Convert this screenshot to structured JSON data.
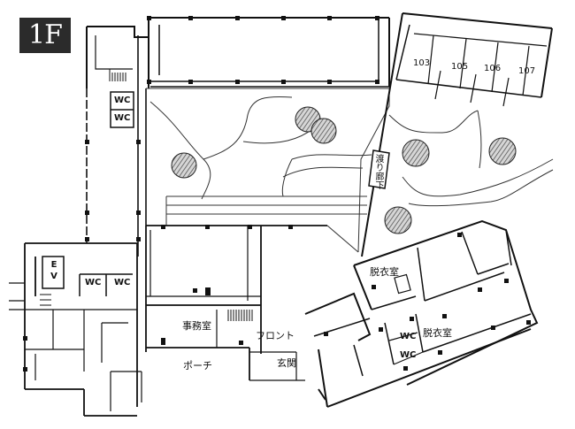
{
  "floor_label": "1F",
  "labels": {
    "room_103": "103",
    "room_105": "105",
    "room_106": "106",
    "room_107": "107",
    "wc_1": "WC",
    "wc_2": "WC",
    "wc_3": "WC",
    "wc_4": "WC",
    "wc_5": "WC",
    "wc_6": "WC",
    "ev_e": "E",
    "ev_v": "V",
    "corridor": "渡り廊下",
    "dressing_room_1": "脱衣室",
    "dressing_room_2": "脱衣室",
    "office": "事務室",
    "front": "フロント",
    "porch": "ポーチ",
    "entrance": "玄関"
  },
  "colors": {
    "wall": "#111111",
    "line": "#333333",
    "tree_fill": "#9a9a9a",
    "badge_bg": "#2b2b2b",
    "badge_text": "#ffffff"
  }
}
